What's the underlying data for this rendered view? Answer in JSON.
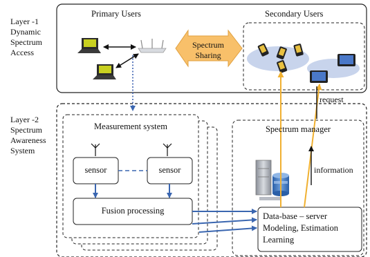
{
  "layer1_label": [
    "Layer -1",
    "Dynamic",
    "Spectrum",
    "Access"
  ],
  "layer2_label": [
    "Layer -2",
    "Spectrum",
    "Awareness",
    "System"
  ],
  "primary_users": "Primary Users",
  "secondary_users": "Secondary Users",
  "spectrum_sharing": [
    "Spectrum",
    "Sharing"
  ],
  "request": "request",
  "information": "information",
  "measurement_system": "Measurement system",
  "sensor_left": "sensor",
  "sensor_right": "sensor",
  "fusion_processing": "Fusion processing",
  "spectrum_manager": "Spectrum manager",
  "database_server": [
    "Data-base – server",
    "Modeling, Estimation",
    "Learning"
  ],
  "colors": {
    "sharing_fill": "#f8c06a",
    "sharing_stroke": "#e0a040",
    "secondary_ellipse": "#c8d4ec",
    "yellow_line": "#f0b030",
    "blue_arrow": "#3a66b0",
    "dotted_arrow": "#3a5fb0"
  }
}
